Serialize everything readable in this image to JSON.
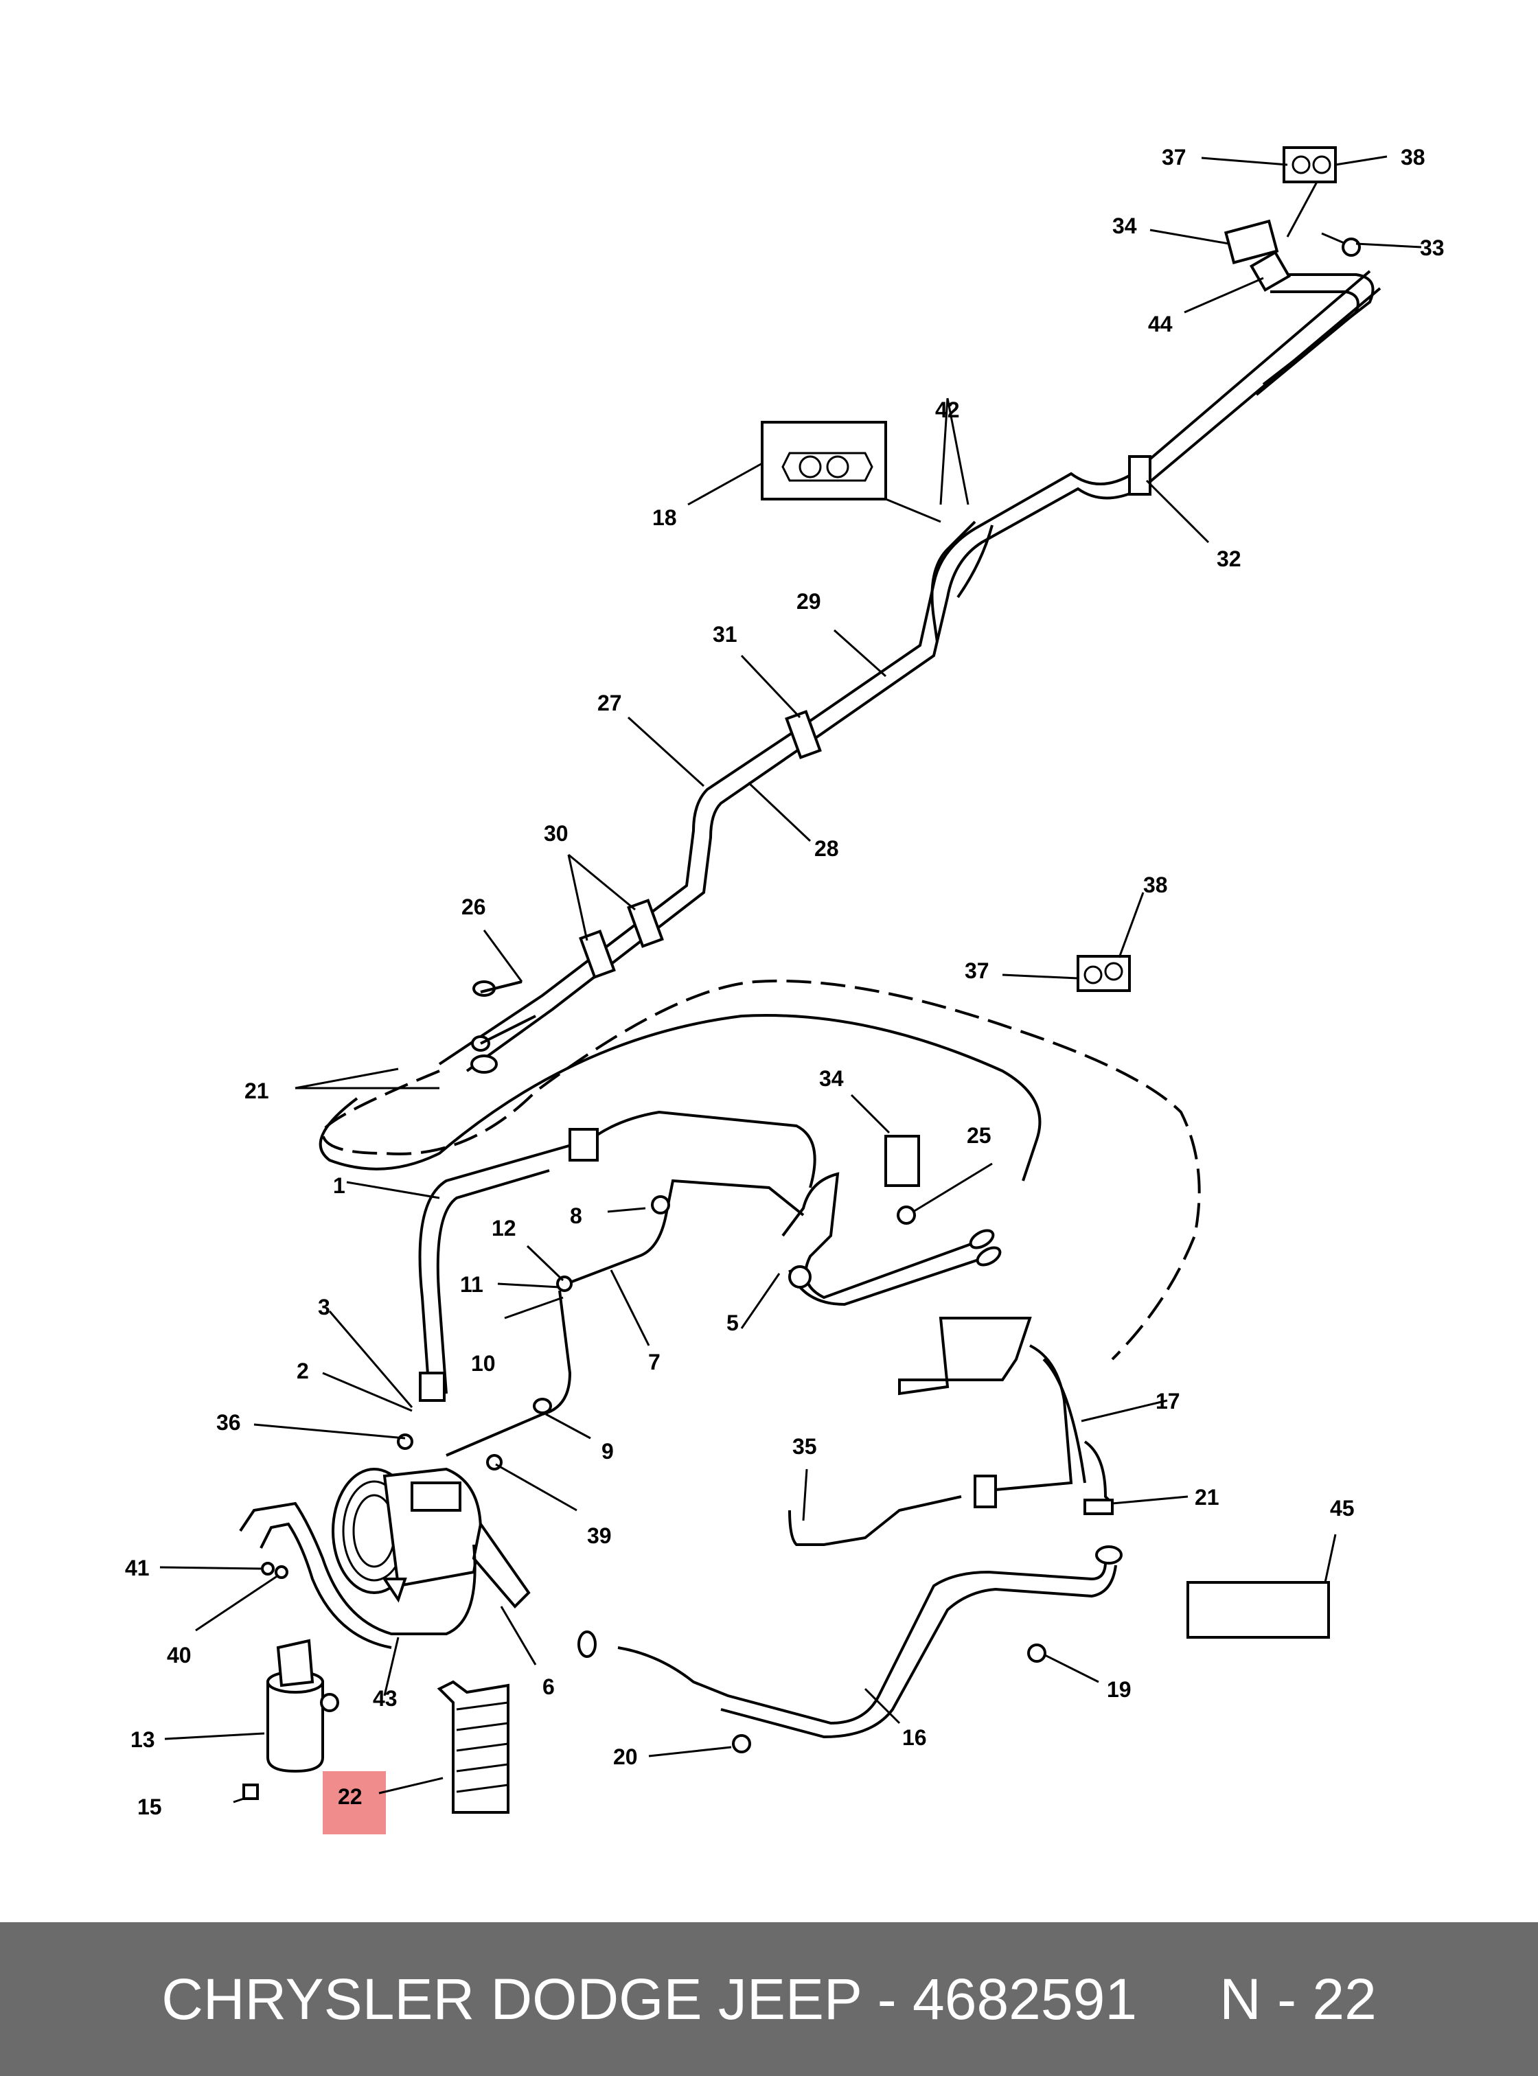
{
  "callouts": {
    "c1": "1",
    "c2": "2",
    "c3": "3",
    "c5": "5",
    "c6": "6",
    "c7": "7",
    "c8": "8",
    "c9": "9",
    "c10": "10",
    "c11": "11",
    "c12": "12",
    "c13": "13",
    "c15": "15",
    "c16": "16",
    "c17": "17",
    "c18": "18",
    "c19": "19",
    "c20": "20",
    "c21a": "21",
    "c21b": "21",
    "c22": "22",
    "c25": "25",
    "c26": "26",
    "c27": "27",
    "c28": "28",
    "c29": "29",
    "c30": "30",
    "c31": "31",
    "c32": "32",
    "c33": "33",
    "c34a": "34",
    "c34b": "34",
    "c35": "35",
    "c36": "36",
    "c37a": "37",
    "c37b": "37",
    "c38a": "38",
    "c38b": "38",
    "c39": "39",
    "c40": "40",
    "c41": "41",
    "c42": "42",
    "c43": "43",
    "c44": "44",
    "c45": "45"
  },
  "highlight": {
    "part": "22",
    "color": "#f08c8c"
  },
  "footer": {
    "title": "CHRYSLER DODGE JEEP - 4682591",
    "code": "N - 22"
  },
  "colors": {
    "footer_bg": "#6b6b6b",
    "footer_text": "#ffffff"
  }
}
